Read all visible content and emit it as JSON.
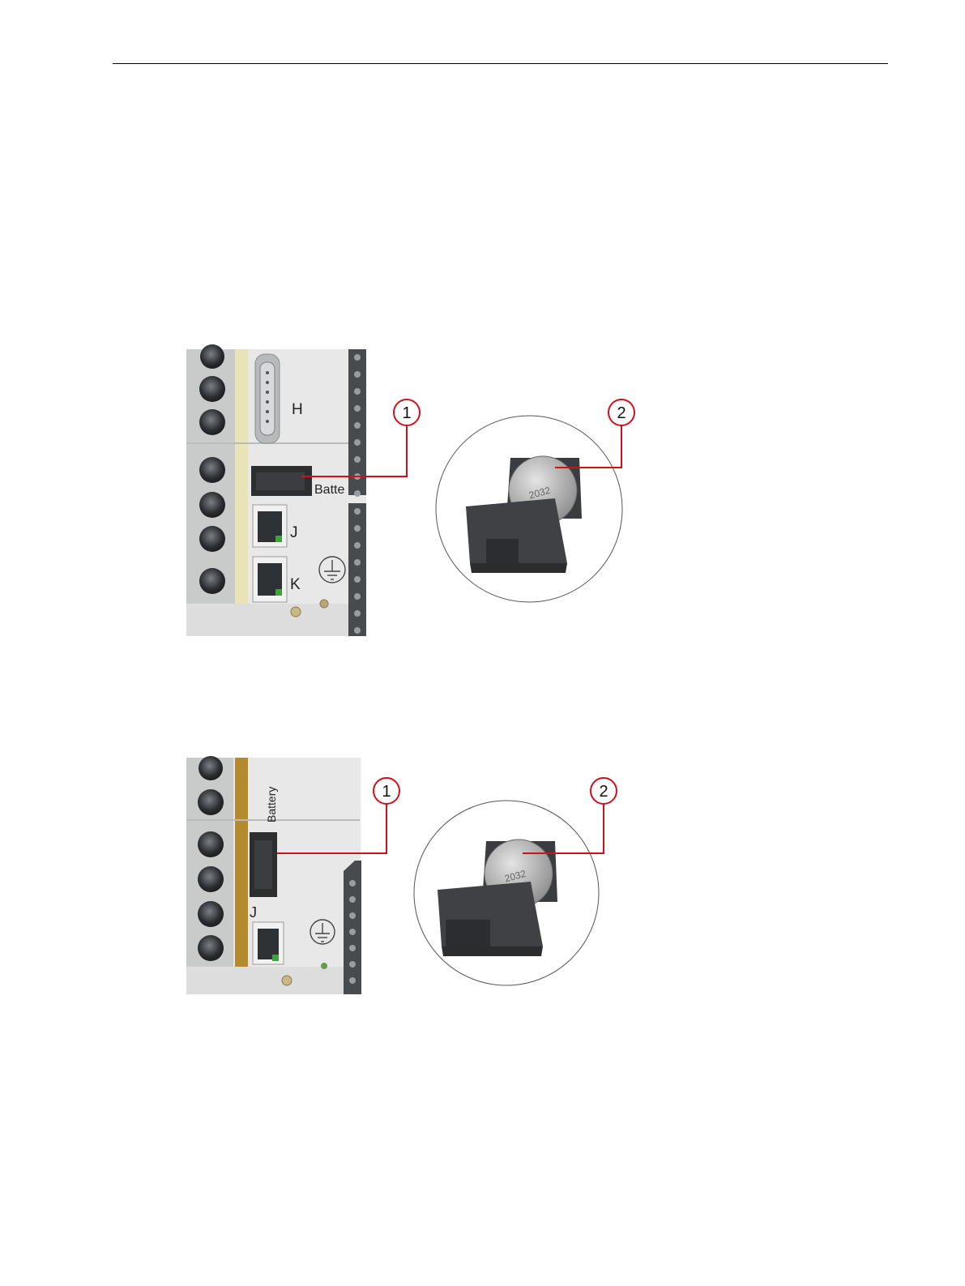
{
  "figure1": {
    "connector_labels": {
      "h": "H",
      "j": "J",
      "k": "K",
      "battery": "Batte"
    },
    "battery_text": "2032",
    "callouts": [
      "1",
      "2"
    ]
  },
  "figure2": {
    "connector_labels": {
      "j": "J",
      "battery": "Battery"
    },
    "battery_text": "2032",
    "callouts": [
      "1",
      "2"
    ]
  },
  "colors": {
    "callout": "#d0101a",
    "panel": "#e6e7e6",
    "terminal": "#4a4d50",
    "strip": "#e9e4b8",
    "strip_dark": "#b58a2e"
  }
}
